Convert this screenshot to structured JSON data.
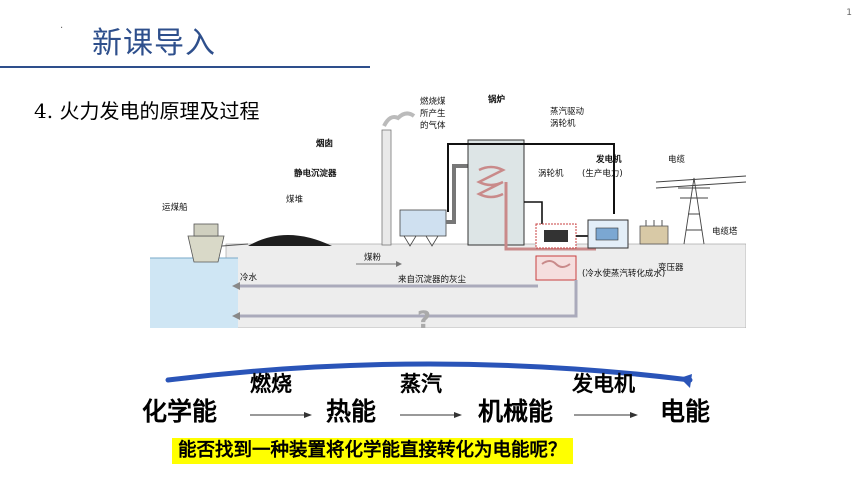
{
  "header": {
    "mark": ".",
    "title": "新课导入",
    "slide_number": "1"
  },
  "section": {
    "heading": "4. 火力发电的原理及过程"
  },
  "diagram": {
    "labels": {
      "boat": "运煤船",
      "chimney": "烟囱",
      "coal_pile": "煤堆",
      "precipitator": "静电沉淀器",
      "burning_gas_line1": "燃烧煤",
      "burning_gas_line2": "所产生",
      "burning_gas_line3": "的气体",
      "boiler": "锅炉",
      "steam_turbine_line1": "蒸汽驱动",
      "steam_turbine_line2": "涡轮机",
      "turbine": "涡轮机",
      "generator": "发电机",
      "generator_note": "(生产电力)",
      "cable": "电缆",
      "tower": "电缆塔",
      "transformer": "变压器",
      "cold_water": "冷水",
      "coal_powder": "煤粉",
      "ash": "来自沉淀器的灰尘",
      "condense": "(冷水使蒸汽转化成水)",
      "question_mark": "?"
    }
  },
  "flow": {
    "start": "化学能",
    "step1": "燃烧",
    "heat": "热能",
    "step2": "蒸汽",
    "mech": "机械能",
    "step3": "发电机",
    "end": "电能"
  },
  "question": "能否找到一种装置将化学能直接转化为电能呢？",
  "colors": {
    "title": "#2e4f8c",
    "highlight": "#ffff00",
    "water": "#cfe6f4",
    "arc": "#2a54b8"
  }
}
